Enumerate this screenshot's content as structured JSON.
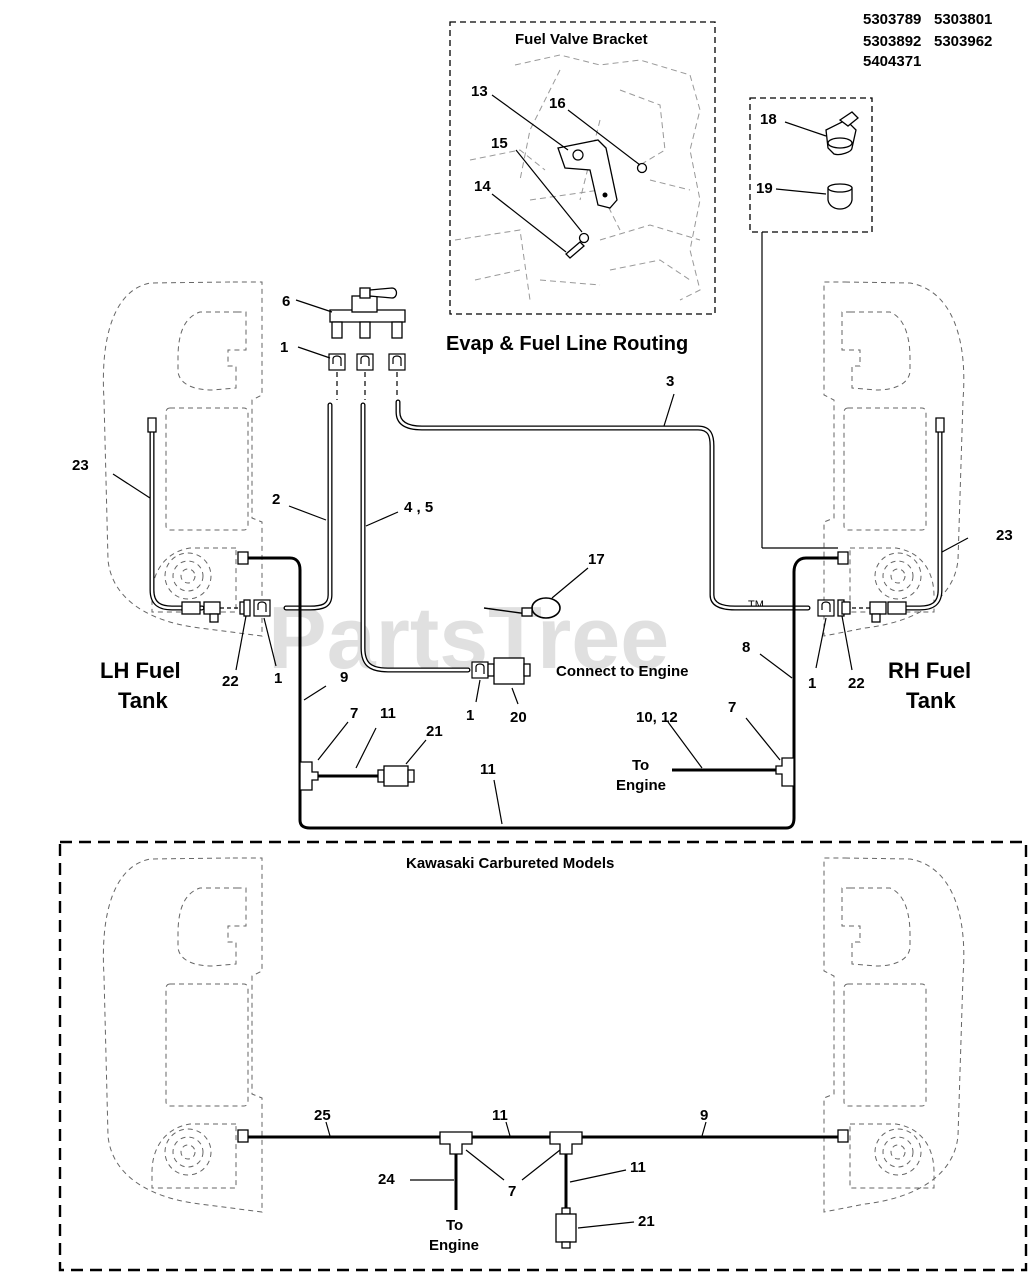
{
  "model_numbers": [
    "5303789",
    "5303801",
    "5303892",
    "5303962",
    "5404371"
  ],
  "titles": {
    "fuel_valve_bracket": "Fuel Valve Bracket",
    "evap_routing": "Evap & Fuel Line Routing",
    "kawasaki": "Kawasaki Carbureted Models"
  },
  "labels": {
    "lh_tank_line1": "LH Fuel",
    "lh_tank_line2": "Tank",
    "rh_tank_line1": "RH Fuel",
    "rh_tank_line2": "Tank",
    "connect_to_engine": "Connect to Engine",
    "to_engine_line1": "To",
    "to_engine_line2": "Engine"
  },
  "watermark": "PartsTree",
  "trademark": "TM",
  "callouts": {
    "c1": "1",
    "c2": "2",
    "c3": "3",
    "c4_5": "4 , 5",
    "c6": "6",
    "c7": "7",
    "c8": "8",
    "c9": "9",
    "c10_12": "10, 12",
    "c11": "11",
    "c13": "13",
    "c14": "14",
    "c15": "15",
    "c16": "16",
    "c17": "17",
    "c18": "18",
    "c19": "19",
    "c20": "20",
    "c21": "21",
    "c22": "22",
    "c23": "23",
    "c24": "24",
    "c25": "25"
  }
}
